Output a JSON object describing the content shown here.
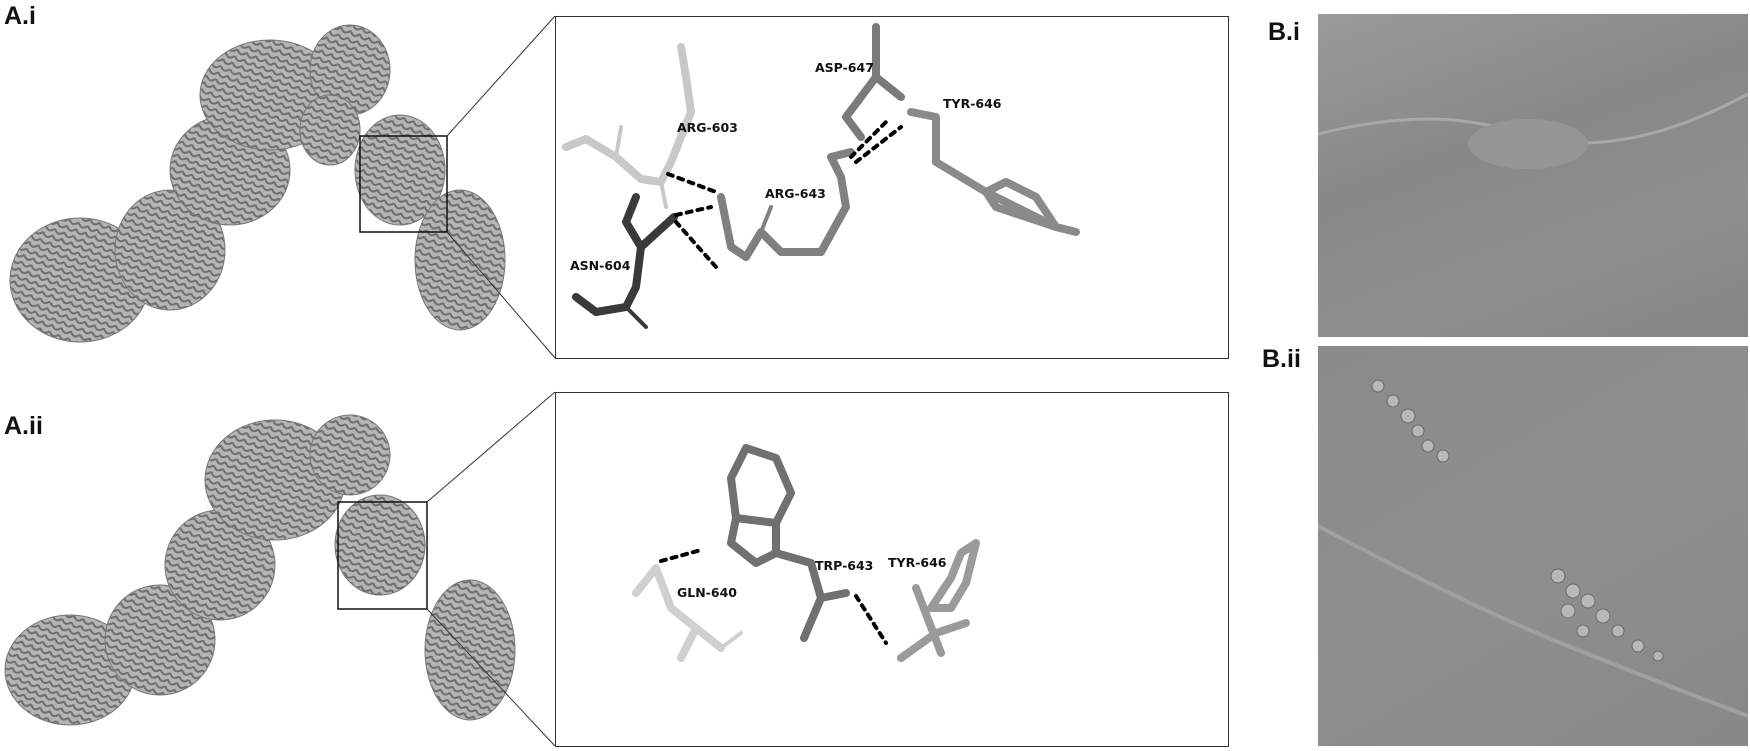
{
  "panels": {
    "a_i": {
      "label": "A.i",
      "residues": [
        "ARG-603",
        "ASP-647",
        "TYR-646",
        "ARG-643",
        "ASN-604"
      ]
    },
    "a_ii": {
      "label": "A.ii",
      "residues": [
        "GLN-640",
        "TRP-643",
        "TYR-646"
      ]
    },
    "b_i": {
      "label": "B.i"
    },
    "b_ii": {
      "label": "B.ii"
    }
  },
  "colors": {
    "ribbon": "#9a9a9a",
    "stick_light": "#c8c8c8",
    "stick_mid": "#808080",
    "stick_dark": "#3a3a3a",
    "hbond": "#000000",
    "micro_bg": "#8c8c8c"
  }
}
